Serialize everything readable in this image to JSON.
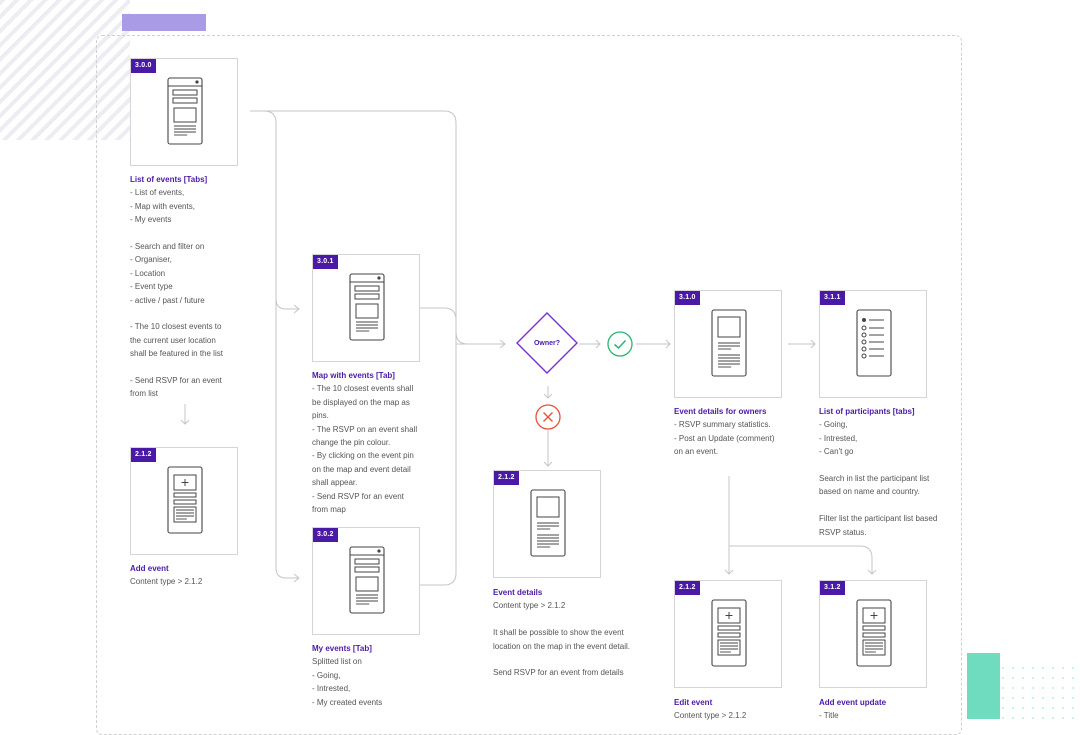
{
  "colors": {
    "accent": "#4a1aa6",
    "decision": "#7b2fd0",
    "ok": "#2bb673",
    "fail": "#e5533d",
    "line": "#bfbfc8",
    "teal": "#5fd8b8"
  },
  "decision": {
    "label": "Owner?"
  },
  "cards": [
    {
      "id": "3.0.0",
      "title": "List of events [Tabs]",
      "lines": [
        "- List of events,",
        "- Map with events,",
        "- My events",
        "",
        "- Search and filter on",
        "- Organiser,",
        "- Location",
        "- Event type",
        "- active / past / future",
        "",
        "- The 10 closest events to",
        "the current user location",
        "shall be featured in the list",
        "",
        "- Send RSVP for an event",
        "from list"
      ]
    },
    {
      "id": "2.1.2",
      "title": "Add event",
      "lines": [
        "Content type > 2.1.2"
      ]
    },
    {
      "id": "3.0.1",
      "title": "Map with events [Tab]",
      "lines": [
        "- The 10 closest events shall",
        "be displayed on the map as",
        "pins.",
        "- The RSVP on an event shall",
        "change the pin colour.",
        "- By clicking on the event pin",
        "on the map and event detail",
        "shall appear.",
        "- Send RSVP for an event",
        "from map"
      ]
    },
    {
      "id": "3.0.2",
      "title": "My events [Tab]",
      "lines": [
        "Splitted list on",
        "- Going,",
        "- Intrested,",
        "- My created events"
      ]
    },
    {
      "id": "2.1.2",
      "title": "Event details",
      "lines": [
        "Content type > 2.1.2",
        "",
        "It shall be possible to show the event",
        "location on the map in the event detail.",
        "",
        "Send RSVP for an event from details"
      ]
    },
    {
      "id": "3.1.0",
      "title": "Event details for owners",
      "lines": [
        "- RSVP summary statistics.",
        "- Post an Update (comment)",
        "on an event."
      ]
    },
    {
      "id": "3.1.1",
      "title": "List of participants [tabs]",
      "lines": [
        "- Going,",
        "- Intrested,",
        "- Can't go",
        "",
        "Search in list the participant list",
        "based on name and country.",
        "",
        "Filter list the participant list based",
        "RSVP status."
      ]
    },
    {
      "id": "2.1.2",
      "title": "Edit event",
      "lines": [
        "Content type > 2.1.2"
      ]
    },
    {
      "id": "3.1.2",
      "title": "Add event update",
      "lines": [
        "- Title"
      ]
    }
  ]
}
